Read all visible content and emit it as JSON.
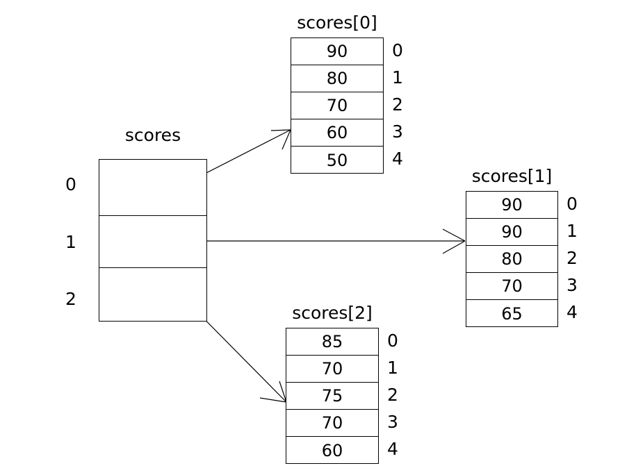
{
  "diagram": {
    "title_main": "scores",
    "main_array": {
      "label": "scores",
      "indices": [
        "0",
        "1",
        "2"
      ],
      "cells": [
        "",
        "",
        ""
      ]
    },
    "sub_arrays": [
      {
        "label": "scores[0]",
        "values": [
          "90",
          "80",
          "70",
          "60",
          "50"
        ],
        "indices": [
          "0",
          "1",
          "2",
          "3",
          "4"
        ]
      },
      {
        "label": "scores[1]",
        "values": [
          "90",
          "90",
          "80",
          "70",
          "65"
        ],
        "indices": [
          "0",
          "1",
          "2",
          "3",
          "4"
        ]
      },
      {
        "label": "scores[2]",
        "values": [
          "85",
          "70",
          "75",
          "70",
          "60"
        ],
        "indices": [
          "0",
          "1",
          "2",
          "3",
          "4"
        ]
      }
    ],
    "pointers": [
      {
        "name": "pointer-row-0-to-scores0",
        "from_index": "0",
        "to_array": "scores[0]"
      },
      {
        "name": "pointer-row-1-to-scores1",
        "from_index": "1",
        "to_array": "scores[1]"
      },
      {
        "name": "pointer-row-2-to-scores2",
        "from_index": "2",
        "to_array": "scores[2]"
      }
    ],
    "colors": {
      "stroke": "#000000",
      "background": "#ffffff",
      "text": "#000000"
    }
  }
}
